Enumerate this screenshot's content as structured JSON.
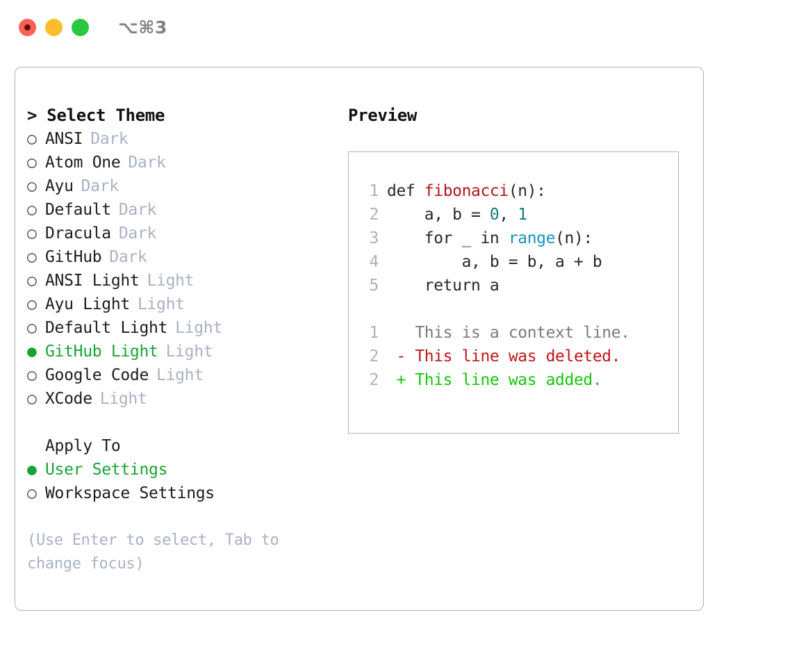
{
  "titlebar": {
    "buttons": [
      {
        "name": "close",
        "color": "#ff5f57"
      },
      {
        "name": "minimize",
        "color": "#ffbd2e"
      },
      {
        "name": "maximize",
        "color": "#28c840"
      }
    ],
    "shortcut": "⌥⌘3"
  },
  "theme_picker": {
    "heading": "> Select Theme",
    "selected_bullet": "●",
    "unselected_bullet": "○",
    "accent_color": "#16a533",
    "tag_color": "#a9b2c3",
    "items": [
      {
        "label": "ANSI",
        "tag": "Dark",
        "selected": false
      },
      {
        "label": "Atom One",
        "tag": "Dark",
        "selected": false
      },
      {
        "label": "Ayu",
        "tag": "Dark",
        "selected": false
      },
      {
        "label": "Default",
        "tag": "Dark",
        "selected": false
      },
      {
        "label": "Dracula",
        "tag": "Dark",
        "selected": false
      },
      {
        "label": "GitHub",
        "tag": "Dark",
        "selected": false
      },
      {
        "label": "ANSI Light",
        "tag": "Light",
        "selected": false
      },
      {
        "label": "Ayu Light",
        "tag": "Light",
        "selected": false
      },
      {
        "label": "Default Light",
        "tag": "Light",
        "selected": false
      },
      {
        "label": "GitHub Light",
        "tag": "Light",
        "selected": true
      },
      {
        "label": "Google Code",
        "tag": "Light",
        "selected": false
      },
      {
        "label": "XCode",
        "tag": "Light",
        "selected": false
      }
    ]
  },
  "apply_to": {
    "heading": "Apply To",
    "items": [
      {
        "label": "User Settings",
        "selected": true
      },
      {
        "label": "Workspace Settings",
        "selected": false
      }
    ]
  },
  "hint": "(Use Enter to select, Tab to change focus)",
  "preview": {
    "title": "Preview",
    "code_lines": [
      {
        "num": "1",
        "tokens": [
          {
            "t": "def ",
            "c": "plain"
          },
          {
            "t": "fibonacci",
            "c": "func"
          },
          {
            "t": "(n):",
            "c": "plain"
          }
        ]
      },
      {
        "num": "2",
        "tokens": [
          {
            "t": "    a, b = ",
            "c": "plain"
          },
          {
            "t": "0",
            "c": "num"
          },
          {
            "t": ", ",
            "c": "plain"
          },
          {
            "t": "1",
            "c": "num"
          }
        ]
      },
      {
        "num": "3",
        "tokens": [
          {
            "t": "    for _ in ",
            "c": "plain"
          },
          {
            "t": "range",
            "c": "call"
          },
          {
            "t": "(n):",
            "c": "plain"
          }
        ]
      },
      {
        "num": "4",
        "tokens": [
          {
            "t": "        a, b = b, a + b",
            "c": "plain"
          }
        ]
      },
      {
        "num": "5",
        "tokens": [
          {
            "t": "    return a",
            "c": "plain"
          }
        ]
      }
    ],
    "diff_lines": [
      {
        "num": "1",
        "marker": "  ",
        "text": "This is a context line.",
        "kind": "ctx"
      },
      {
        "num": "2",
        "marker": "- ",
        "text": "This line was deleted.",
        "kind": "del"
      },
      {
        "num": "2",
        "marker": "+ ",
        "text": "This line was added.",
        "kind": "add"
      }
    ]
  },
  "colors": {
    "background": "#ffffff",
    "border": "#a9b2c3",
    "text": "#1c1c1c",
    "muted": "#a9b2c3",
    "accent_green": "#16a533",
    "syntax_function": "#b3151a",
    "syntax_number": "#0b7d77",
    "syntax_call": "#1593c4",
    "diff_context": "#7b7b7b",
    "diff_deleted": "#c0161a",
    "diff_added": "#16c60c"
  }
}
